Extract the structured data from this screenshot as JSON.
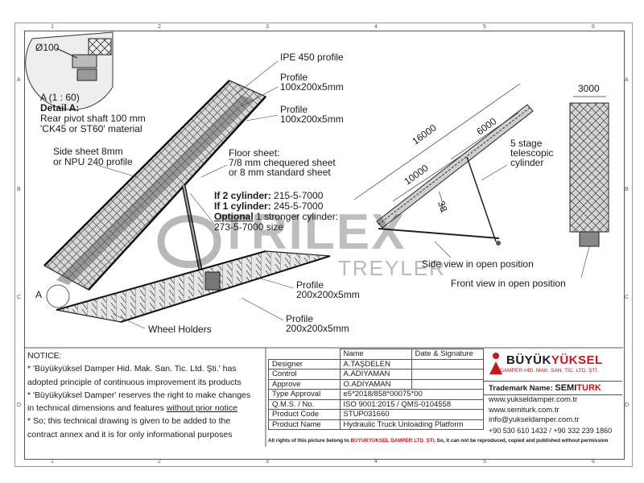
{
  "grid": {
    "cols": [
      "1",
      "2",
      "3",
      "4",
      "5",
      "6"
    ],
    "rows": [
      "A",
      "B",
      "C",
      "D"
    ]
  },
  "detail": {
    "diameter": "Ø100",
    "scale": "A (1 : 60)",
    "title": "Detail A:",
    "line1": "Rear pivot shaft 100 mm",
    "line2": "'CK45 or ST60' material"
  },
  "callouts": {
    "ipe": "IPE 450 profile",
    "profile1_a": "Profile",
    "profile1_b": "100x200x5mm",
    "profile2_a": "Profile",
    "profile2_b": "100x200x5mm",
    "side_a": "Side sheet 8mm",
    "side_b": "or NPU 240 profile",
    "floor_a": "Floor sheet:",
    "floor_b": "7/8 mm chequered sheet",
    "floor_c": "or 8 mm standard sheet",
    "cyl2_bold": "If 2 cylinder:",
    "cyl2_val": " 215-5-7000",
    "cyl1_bold": "If 1 cylinder:",
    "cyl1_val": " 245-5-7000",
    "opt_bold": "Optional",
    "opt_rest": " 1 stronger cylinder:",
    "opt_size": "273-5-7000 size",
    "profile3_a": "Profile",
    "profile3_b": "200x200x5mm",
    "profile4_a": "Profile",
    "profile4_b": "200x200x5mm",
    "wheel": "Wheel Holders",
    "a_marker": "A",
    "telescopic_a": "5 stage",
    "telescopic_b": "telescopic",
    "telescopic_c": "cylinder",
    "side_view": "Side view in open position",
    "front_view": "Front view in open position"
  },
  "dimensions": {
    "d16000": "16000",
    "d6000": "6000",
    "d10000": "10000",
    "angle": "38",
    "d3000": "3000"
  },
  "watermark": {
    "main": "TRILEX",
    "sub": "TREYLER"
  },
  "notice": {
    "title": "NOTICE:",
    "l1": "* 'Büyükyüksel Damper Hid. Mak. San. Tic. Ltd. Şti.' has",
    "l2": "adopted principle of continuous improvement its products",
    "l3": "* 'Büyükyüksel Damper' reserves the right to make changes",
    "l4a": "in technical dimensions and features ",
    "l4b": "without prior notice",
    "l5": "* So; this technical drawing is given to be added to the",
    "l6": "contract annex and it is for only informational purposes"
  },
  "titleblock": {
    "h_name": "Name",
    "h_date": "Date & Signature",
    "rows": [
      {
        "label": "Designer",
        "value": "A.TAŞDELEN"
      },
      {
        "label": "Control",
        "value": "A.ADIYAMAN"
      },
      {
        "label": "Approve",
        "value": "O.ADIYAMAN"
      },
      {
        "label": "Type Approval",
        "value": "e5*2018/858*00075*00"
      },
      {
        "label": "Q.M.S. / No.",
        "value": "ISO 9001:2015 / QMS-0104558"
      },
      {
        "label": "Product Code",
        "value": "STUP031660"
      },
      {
        "label": "Product Name",
        "value": "Hydraulic Truck Unloading Platform"
      }
    ]
  },
  "brand": {
    "name_a": "BÜYÜK",
    "name_b": "YÜKSEL",
    "sub": "DAMPER HİD. MAK. SAN. TİC. LTD. ŞTİ.",
    "trademark_label": "Trademark Name:",
    "trademark_a": "SEMI",
    "trademark_b": "TURK",
    "web1": "www.yukseldamper.com.tr",
    "web2": "www.semiturk.com.tr",
    "email": "info@yukseldamper.com.tr",
    "phone": "+90 530 610 1432 / +90 332 239 1860",
    "accent": "#c8161d"
  },
  "copyright": {
    "a": "All rights of this picture belong to ",
    "b": "BÜYÜKYÜKSEL DAMPER LTD. STI.",
    "c": " So, it can not be reproduced, copied and published without permission"
  }
}
